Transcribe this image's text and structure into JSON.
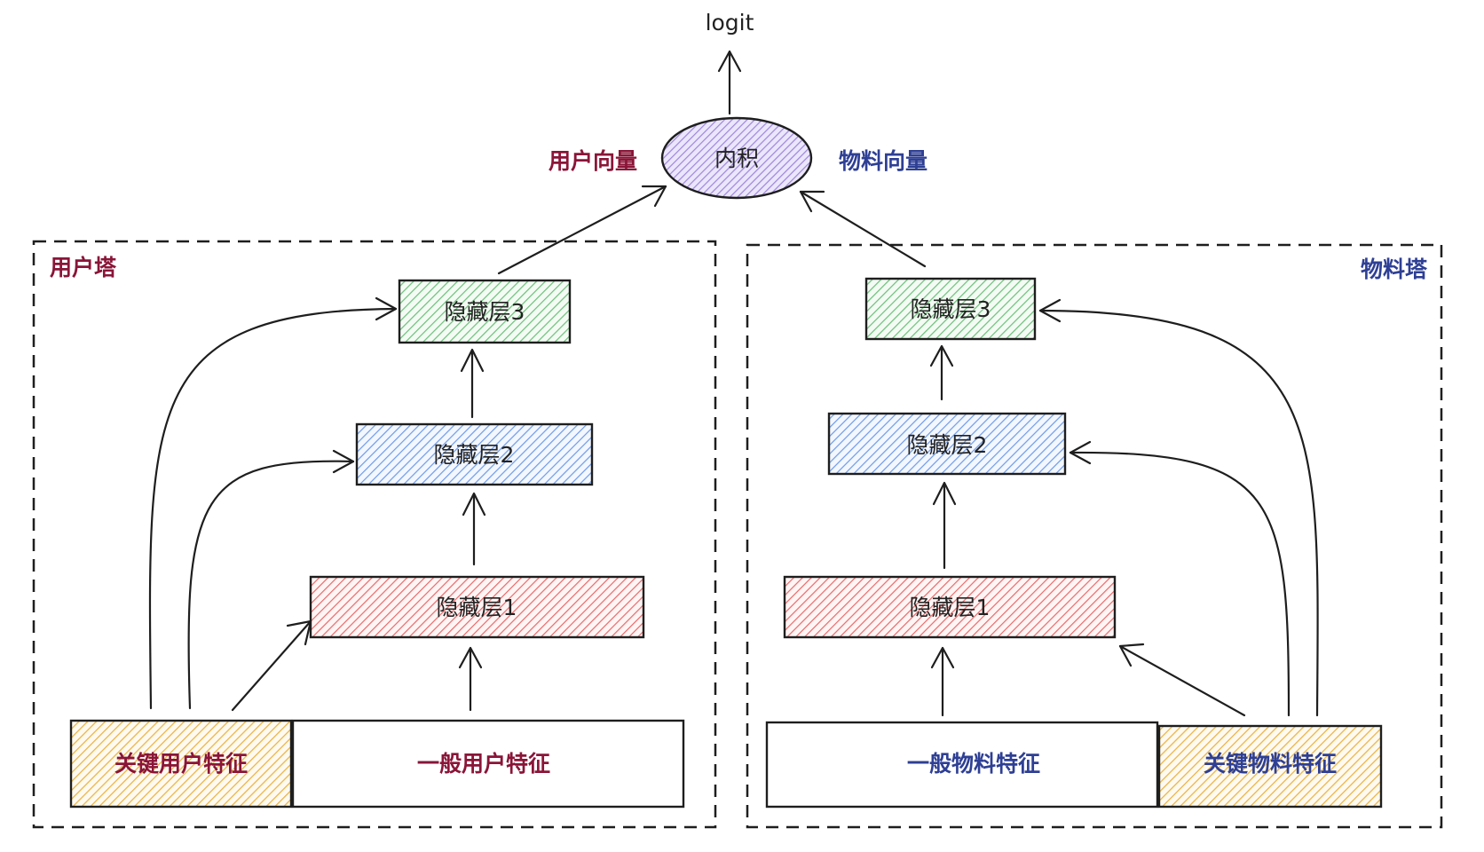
{
  "output": {
    "label": "logit"
  },
  "combiner": {
    "label": "内积",
    "fill_color": "#b9a9e6"
  },
  "vectors": {
    "user": "用户向量",
    "item": "物料向量"
  },
  "towers": {
    "user": {
      "title": "用户塔",
      "layers": [
        "隐藏层1",
        "隐藏层2",
        "隐藏层3"
      ],
      "key_features": "关键用户特征",
      "general_features": "一般用户特征"
    },
    "item": {
      "title": "物料塔",
      "layers": [
        "隐藏层1",
        "隐藏层2",
        "隐藏层3"
      ],
      "key_features": "关键物料特征",
      "general_features": "一般物料特征"
    }
  },
  "colors": {
    "user_text": "#8a1538",
    "item_text": "#2e3f94",
    "layer1": "#f08a8a",
    "layer2": "#8fb5ee",
    "layer3": "#8fcf98",
    "key_features": "#f2c15d"
  }
}
